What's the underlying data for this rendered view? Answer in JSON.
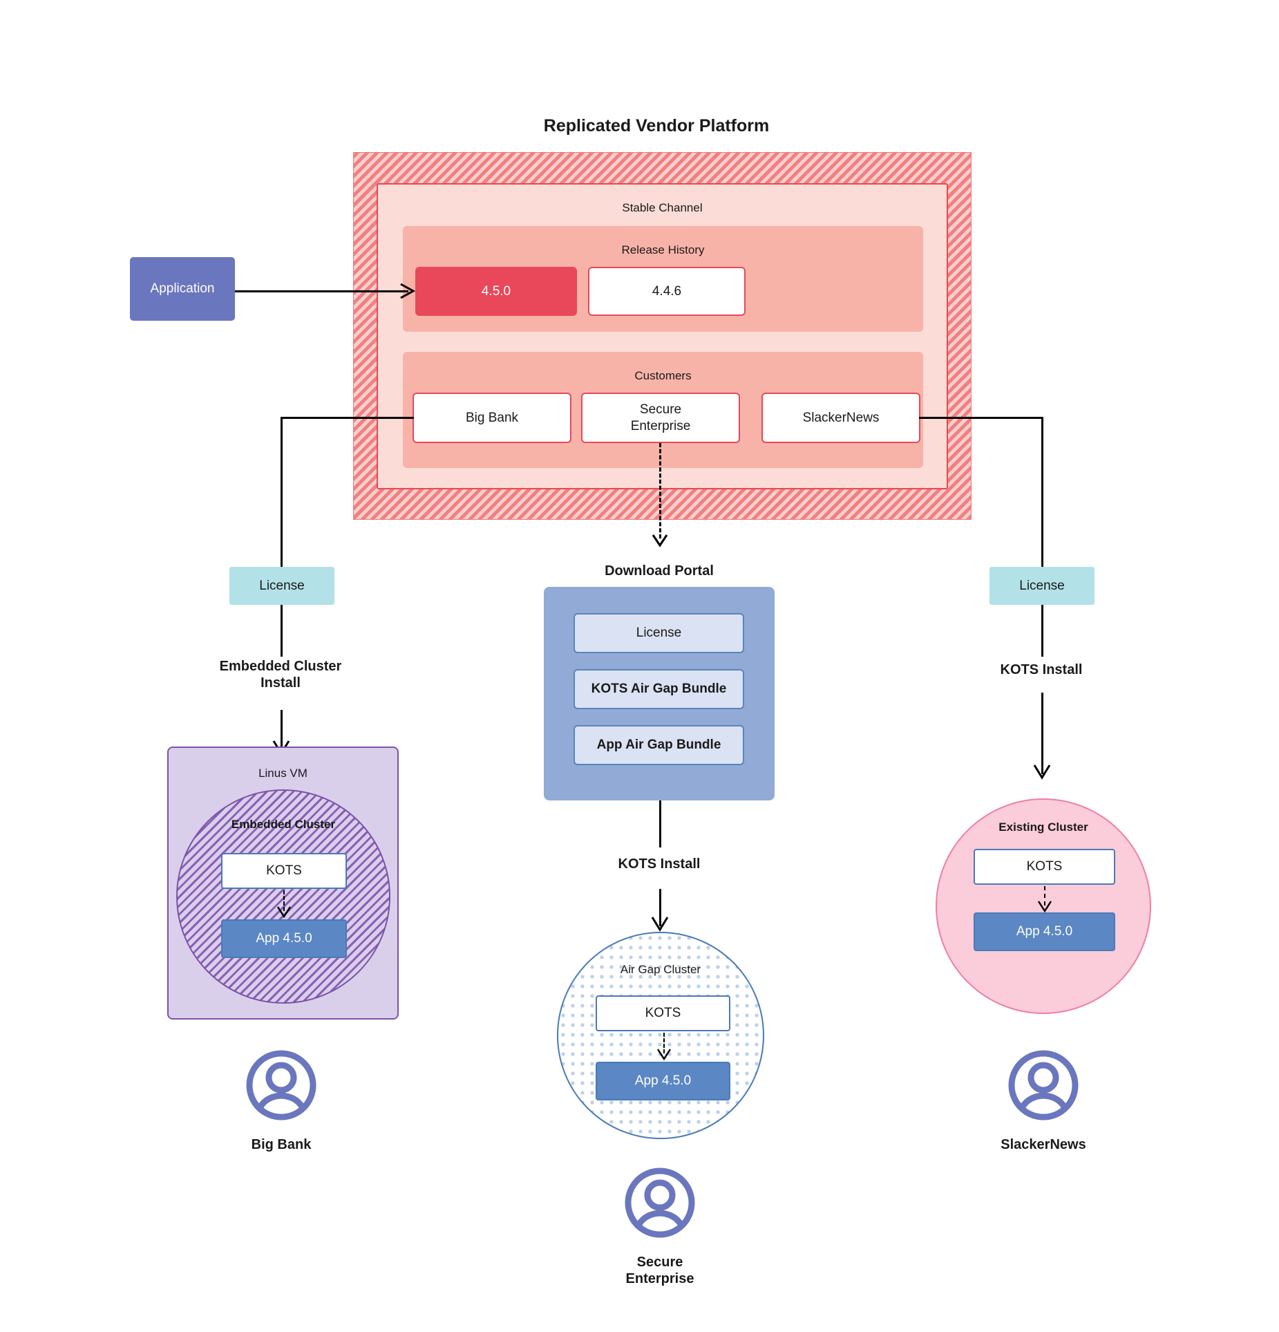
{
  "diagram": {
    "platform": {
      "title": "Replicated Vendor Platform",
      "channel_label": "Stable Channel",
      "release_history_label": "Release History",
      "releases": [
        {
          "version": "4.5.0",
          "state": "current"
        },
        {
          "version": "4.4.6",
          "state": "previous"
        }
      ],
      "customers_label": "Customers",
      "customers": [
        "Big Bank",
        "Secure\nEnterprise",
        "SlackerNews"
      ]
    },
    "application": {
      "label": "Application"
    },
    "download_portal": {
      "title": "Download  Portal",
      "items": [
        "License",
        "KOTS Air Gap Bundle",
        "App Air Gap Bundle"
      ]
    },
    "branches": {
      "left": {
        "license_label": "License",
        "install_label": "Embedded Cluster\nInstall",
        "vm_label": "Linus VM",
        "cluster_label": "Embedded Cluster",
        "kots_label": "KOTS",
        "app_label": "App 4.5.0",
        "customer_label": "Big Bank"
      },
      "middle": {
        "install_label": "KOTS Install",
        "cluster_label": "Air Gap Cluster",
        "kots_label": "KOTS",
        "app_label": "App 4.5.0",
        "customer_label": "Secure\nEnterprise"
      },
      "right": {
        "license_label": "License",
        "install_label": "KOTS Install",
        "cluster_label": "Existing Cluster",
        "kots_label": "KOTS",
        "app_label": "App 4.5.0",
        "customer_label": "SlackerNews"
      }
    },
    "icons": {
      "avatar": "user-avatar-icon"
    },
    "colors": {
      "platform_hatch": "#f08080",
      "stable_channel": "#fbdcd6",
      "inner_panel": "#f8b3a8",
      "release_current": "#e8485a",
      "customer_border": "#e8485a",
      "application": "#6a76bd",
      "license_chip": "#b3e1e8",
      "portal": "#91abd6",
      "portal_item": "#dbe2f3",
      "vm": "#d9cfeb",
      "vm_border": "#7c53a8",
      "airgap_border": "#4a7ab8",
      "existing_cluster": "#fbccd9",
      "existing_cluster_border": "#ee7fa3",
      "app_box": "#5b87c4",
      "avatar": "#6a76bd"
    }
  }
}
